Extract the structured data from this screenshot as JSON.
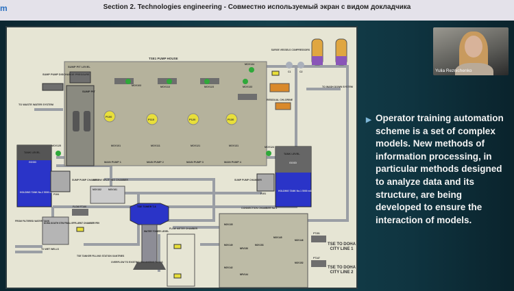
{
  "window": {
    "title": "Section 2. Technologies engineering - Совместно используемый экран с видом докладчика",
    "left_cut_text": "m"
  },
  "presenter": {
    "name": "Yulia Reznichenko"
  },
  "slide": {
    "bullet_text": "Operator training automation scheme is a set of complex models. New methods of information processing, in particular methods designed to analyze data and its structure, are being developed to ensure the interaction of models.",
    "bullet_icon": "triangle-bullet-icon"
  },
  "diagram": {
    "pump_house": "TSE1 PUMP HOUSE",
    "sump_pit_level": "SUMP PIT LEVEL",
    "sump_pit": "SUMP PIT",
    "sump_pump_pressure": "SUMP PUMP DISCHARGE PRESSURE",
    "to_waste": "TO WASTE WATER SYSTEM",
    "pumps": [
      {
        "name": "P100",
        "valve": "MOV103",
        "main": "MAIN PUMP 1",
        "outlet": "MOV101"
      },
      {
        "name": "P110",
        "valve": "MOV113",
        "main": "MAIN PUMP 2",
        "outlet": "MOV111"
      },
      {
        "name": "P120",
        "valve": "MOV123",
        "main": "MAIN PUMP 3",
        "outlet": "MOV121"
      },
      {
        "name": "P130",
        "valve": "MOV133",
        "main": "MAIN PUMP 4",
        "outlet": "MOV131"
      }
    ],
    "mov134": "MOV134",
    "mov125": "MOV125",
    "mov124": "MOV124",
    "surge": "SURGE VESSELS COMPRESSORS",
    "c1": "C1",
    "c2": "C2",
    "residual_chlorine": "RESIDUAL CHLORINE",
    "to_wash": "TO WASH DOWN SYSTEM",
    "tank_level": "TANK LEVEL",
    "good": "GOOD",
    "holding_tank_2": "HOLDING TANK No.2 5000 m3",
    "holding_tank_1": "HOLDING TANK No.1 5000 m3",
    "sump_pump_chamber": "SUMP PUMP CHAMBER",
    "p194": "P194",
    "p191": "P191",
    "inflow_splitting": "INFLOW SPLITTING CHAMBER",
    "mov162": "MOV162",
    "mov161": "MOV161",
    "flow": "FLOW FT160",
    "from_filtered": "FROM FILTERED WATER TANK",
    "doha_south": "DOHA SOUTH STW FINAL EFFLUENT CHAMBER FE9",
    "to_wet_wells": "TO WET WELLS",
    "tse_tower": "TSE TOWER T-8",
    "water_tower_level": "WATER TOWER LEVEL",
    "tanker": "TSE TANKER FILLING STATION GANTRIES",
    "overflow": "OVERFLOW TO EXISTING BALANCING TANKS",
    "flow_meter_chamber": "FLOW METER CHAMBER",
    "connection_chamber": "CONNECTION CHAMBER No.1",
    "conn_valves": [
      "MOV135",
      "MOV149",
      "NRV150",
      "MOV153",
      "MOV145",
      "MOV146",
      "MOV142",
      "NRV144",
      "MOV152"
    ],
    "line1": "TSE TO DOHA CITY LINE 1",
    "line2": "TSE TO DOHA CITY LINE 2",
    "pt151": "PT151",
    "pt147": "PT147",
    "colors": {
      "panel": "#e6e5d4",
      "house": "#b5b29c",
      "tank_blue": "#2a34c8",
      "pump_yellow": "#e8df3a",
      "valve_green": "#2fa83a",
      "pipe": "#9a9ea4"
    }
  }
}
